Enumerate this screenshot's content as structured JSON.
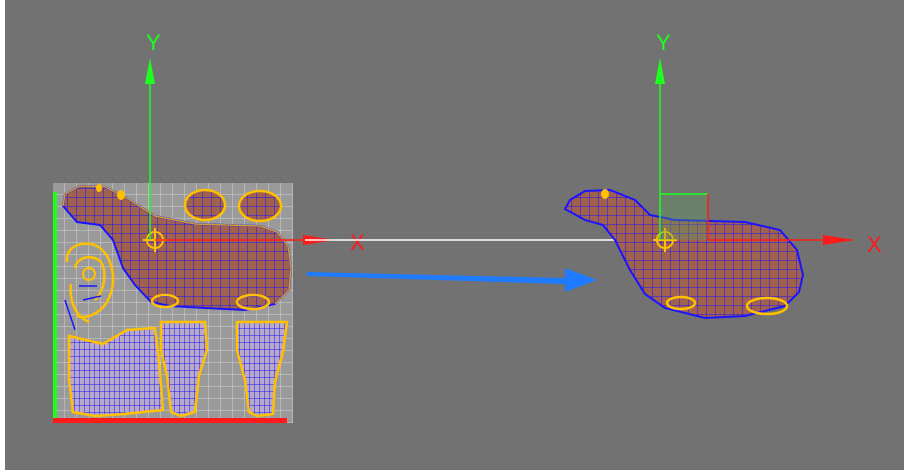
{
  "viewport": {
    "background_color": "#727272"
  },
  "left_gizmo": {
    "x_axis_label": "X",
    "y_axis_label": "Y"
  },
  "right_gizmo": {
    "x_axis_label": "X",
    "y_axis_label": "Y"
  },
  "colors": {
    "x_axis": "#ff1a1a",
    "y_axis": "#1eff1e",
    "mesh_wire": "#1a14ff",
    "uv_seam": "#ffc000",
    "uv_grid": "#bfbfbf",
    "move_arrow": "#1e7bff",
    "alignment_line": "#ffffff"
  }
}
